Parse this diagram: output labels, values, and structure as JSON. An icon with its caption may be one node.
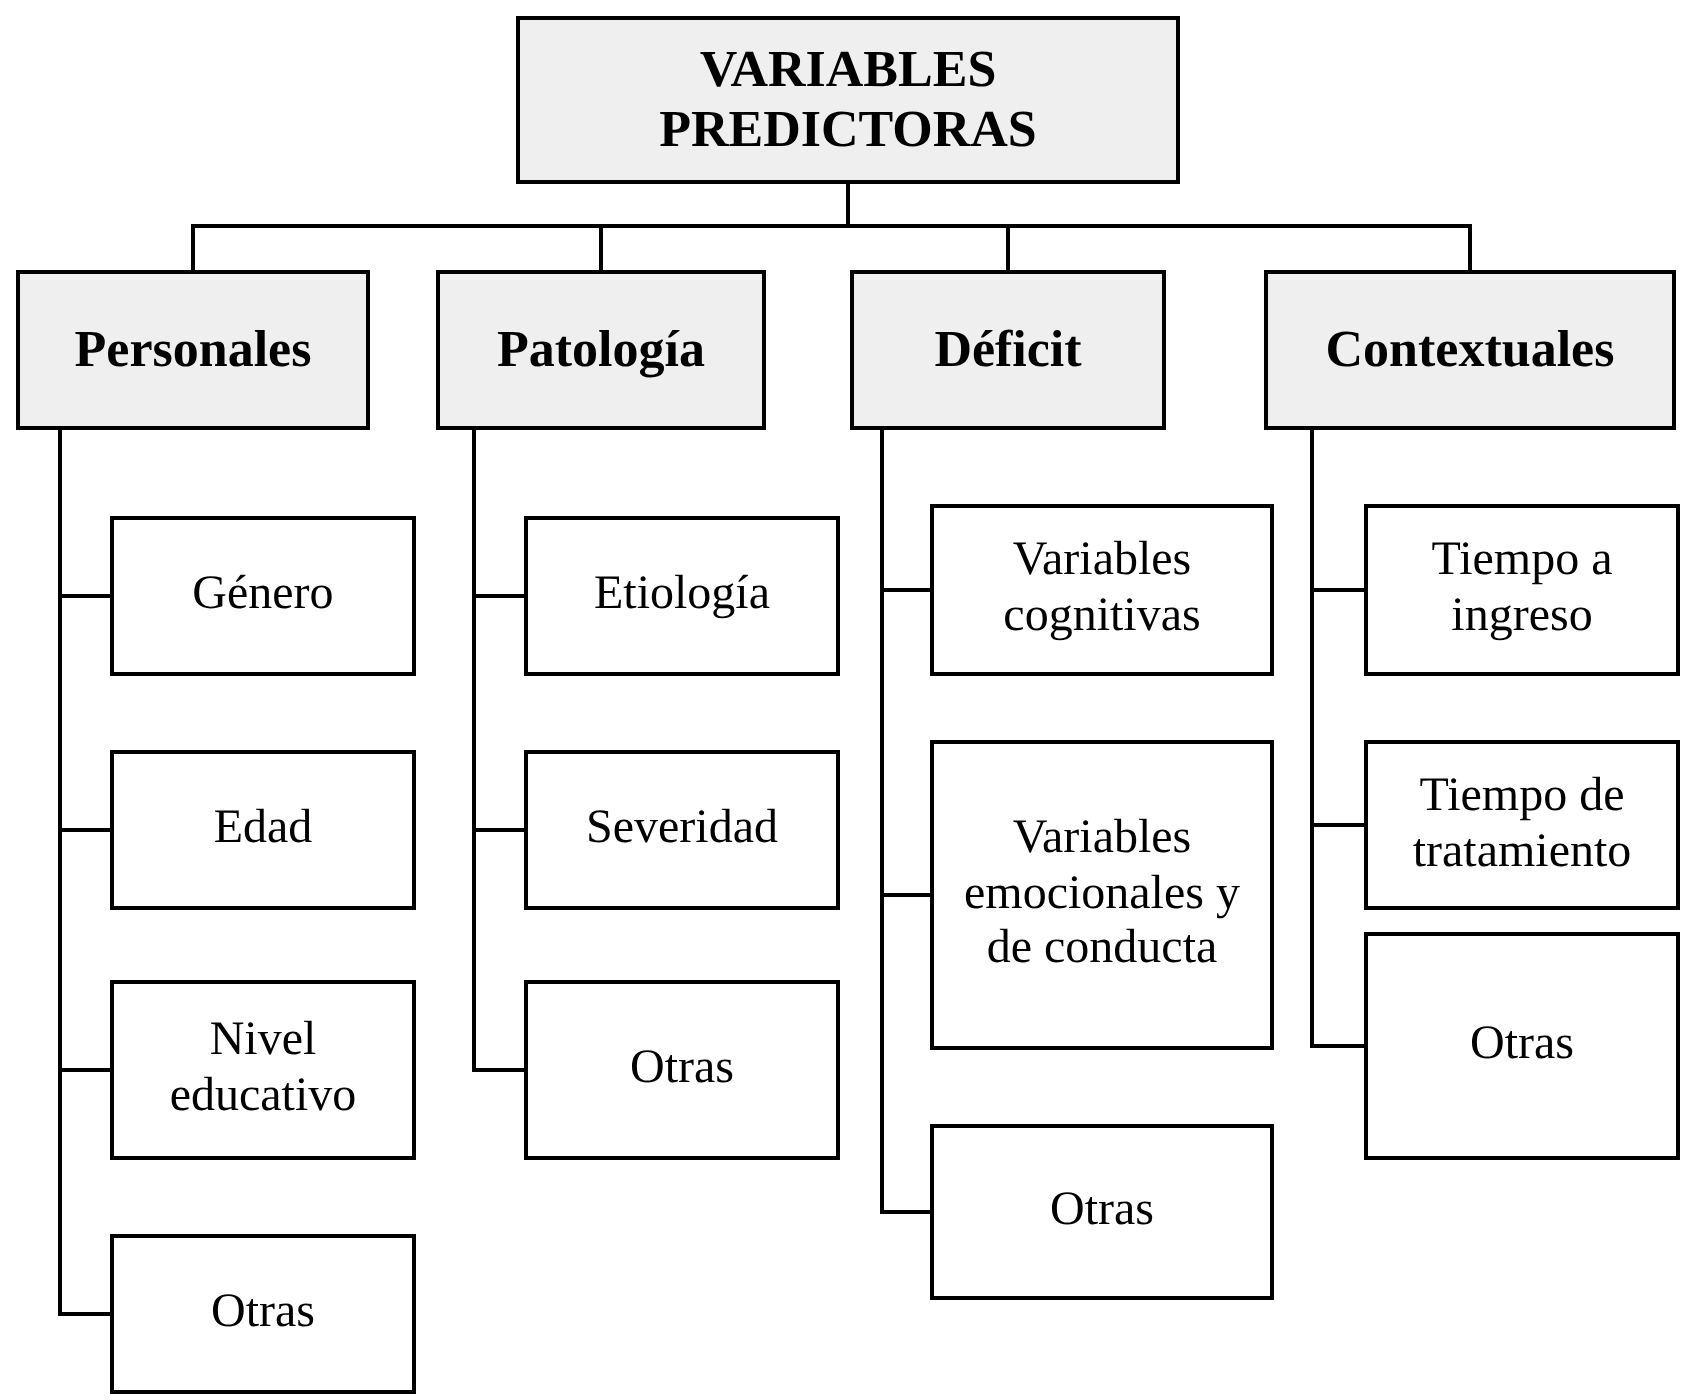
{
  "diagram": {
    "nodes": [
      {
        "text": [
          "VARIABLES PREDICTORAS"
        ]
      },
      {
        "text": [
          "Personales"
        ]
      },
      {
        "text": [
          "Género"
        ]
      },
      {
        "text": [
          "Edad"
        ]
      },
      {
        "text": [
          "Nivel educativo"
        ]
      },
      {
        "text": [
          "Otras"
        ]
      },
      {
        "text": [
          "Patología"
        ]
      },
      {
        "text": [
          "Etiología"
        ]
      },
      {
        "text": [
          "Severidad"
        ]
      },
      {
        "text": [
          "Otras"
        ]
      },
      {
        "text": [
          "Déficit"
        ]
      },
      {
        "text": [
          "Variables cognitivas"
        ]
      },
      {
        "text": [
          "Variables emocionales y de conducta"
        ]
      },
      {
        "text": [
          "Otras"
        ]
      },
      {
        "text": [
          "Contextuales"
        ]
      },
      {
        "text": [
          "Tiempo a ingreso"
        ]
      },
      {
        "text": [
          "Tiempo de tratamiento"
        ]
      },
      {
        "text": [
          "Otras"
        ]
      }
    ],
    "edges": [
      {
        "from": 0,
        "to": 1,
        "arrow": "none"
      },
      {
        "from": 0,
        "to": 6,
        "arrow": "none"
      },
      {
        "from": 0,
        "to": 10,
        "arrow": "none"
      },
      {
        "from": 0,
        "to": 14,
        "arrow": "none"
      },
      {
        "from": 1,
        "to": 2,
        "arrow": "none"
      },
      {
        "from": 1,
        "to": 3,
        "arrow": "none"
      },
      {
        "from": 1,
        "to": 4,
        "arrow": "none"
      },
      {
        "from": 1,
        "to": 5,
        "arrow": "none"
      },
      {
        "from": 6,
        "to": 7,
        "arrow": "none"
      },
      {
        "from": 6,
        "to": 8,
        "arrow": "none"
      },
      {
        "from": 6,
        "to": 9,
        "arrow": "none"
      },
      {
        "from": 10,
        "to": 11,
        "arrow": "none"
      },
      {
        "from": 10,
        "to": 12,
        "arrow": "none"
      },
      {
        "from": 10,
        "to": 13,
        "arrow": "none"
      },
      {
        "from": 14,
        "to": 15,
        "arrow": "none"
      },
      {
        "from": 14,
        "to": 16,
        "arrow": "none"
      },
      {
        "from": 14,
        "to": 17,
        "arrow": "none"
      }
    ]
  }
}
